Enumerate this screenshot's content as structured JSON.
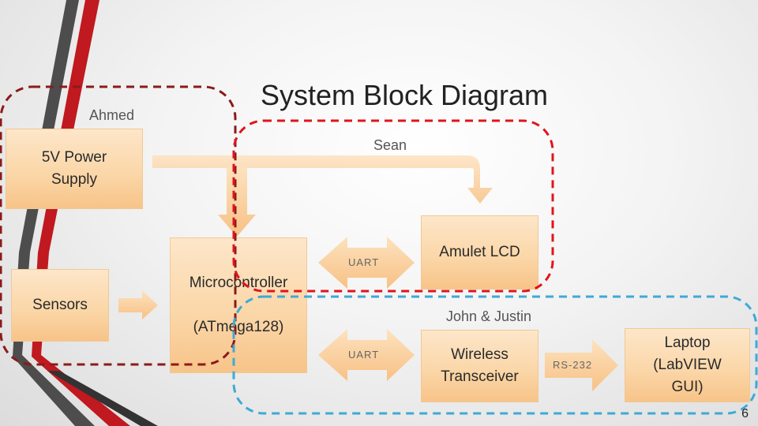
{
  "slide": {
    "title": "System Block Diagram",
    "page_number": "6"
  },
  "groups": {
    "ahmed": "Ahmed",
    "sean": "Sean",
    "john_justin": "John & Justin"
  },
  "blocks": {
    "power_supply": [
      "5V Power",
      "Supply"
    ],
    "sensors": "Sensors",
    "microcontroller": [
      "Microcontroller",
      "",
      "(ATmega128)"
    ],
    "amulet_lcd": "Amulet LCD",
    "wireless_transceiver": [
      "Wireless",
      "Transceiver"
    ],
    "laptop": [
      "Laptop",
      "(LabVIEW",
      "GUI)"
    ]
  },
  "connections": {
    "uart_lcd": "UART",
    "uart_wireless": "UART",
    "rs232": "RS-232"
  },
  "colors": {
    "ahmed_border": "#8b1a1a",
    "sean_border": "#e0141b",
    "john_justin_border": "#3fa9d6",
    "block_fill": "#fbd7a9",
    "arrow_fill": "#f9c98a"
  }
}
